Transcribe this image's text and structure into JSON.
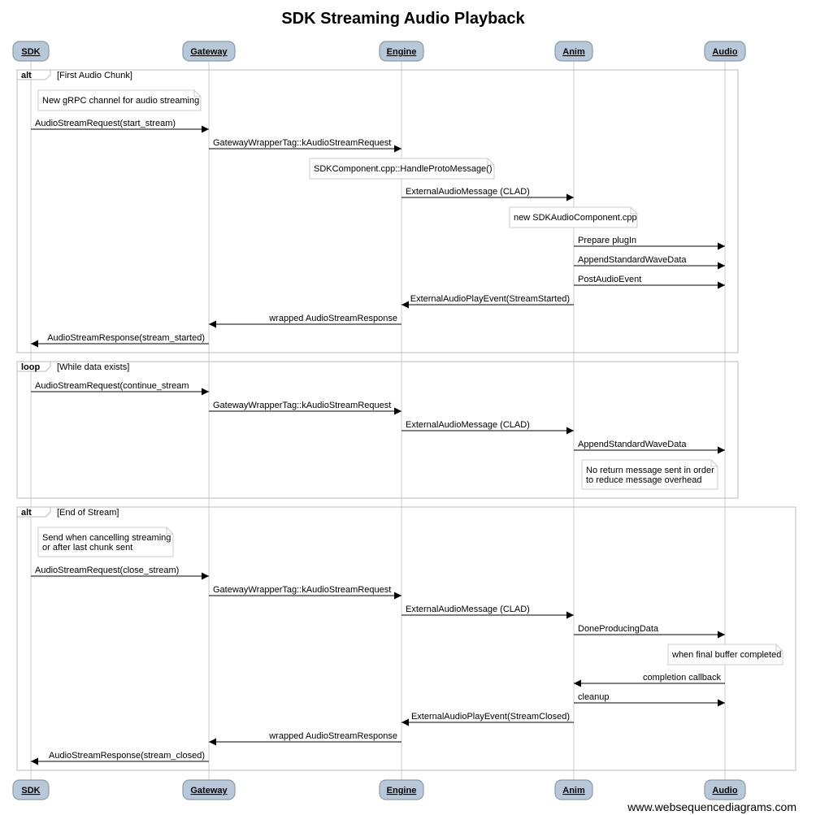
{
  "title": "SDK Streaming Audio Playback",
  "actors": [
    {
      "id": "sdk",
      "label": "SDK"
    },
    {
      "id": "gateway",
      "label": "Gateway"
    },
    {
      "id": "engine",
      "label": "Engine"
    },
    {
      "id": "anim",
      "label": "Anim"
    },
    {
      "id": "audio",
      "label": "Audio"
    }
  ],
  "frames": [
    {
      "keyword": "alt",
      "condition": "[First Audio Chunk]"
    },
    {
      "keyword": "loop",
      "condition": "[While data exists]"
    },
    {
      "keyword": "alt",
      "condition": "[End of Stream]"
    }
  ],
  "items": [
    {
      "kind": "note",
      "lines": [
        "New gRPC channel for audio streaming"
      ]
    },
    {
      "kind": "msg",
      "from": "sdk",
      "to": "gateway",
      "label": "AudioStreamRequest(start_stream)"
    },
    {
      "kind": "msg",
      "from": "gateway",
      "to": "engine",
      "label": "GatewayWrapperTag::kAudioStreamRequest"
    },
    {
      "kind": "note",
      "lines": [
        "SDKComponent.cpp::HandleProtoMessage()"
      ]
    },
    {
      "kind": "msg",
      "from": "engine",
      "to": "anim",
      "label": "ExternalAudioMessage (CLAD)"
    },
    {
      "kind": "note",
      "lines": [
        "new SDKAudioComponent.cpp"
      ]
    },
    {
      "kind": "msg",
      "from": "anim",
      "to": "audio",
      "label": "Prepare plugIn"
    },
    {
      "kind": "msg",
      "from": "anim",
      "to": "audio",
      "label": "AppendStandardWaveData"
    },
    {
      "kind": "msg",
      "from": "anim",
      "to": "audio",
      "label": "PostAudioEvent"
    },
    {
      "kind": "msg",
      "from": "anim",
      "to": "engine",
      "label": "ExternalAudioPlayEvent(StreamStarted)"
    },
    {
      "kind": "msg",
      "from": "engine",
      "to": "gateway",
      "label": "wrapped AudioStreamResponse"
    },
    {
      "kind": "msg",
      "from": "gateway",
      "to": "sdk",
      "label": "AudioStreamResponse(stream_started)"
    },
    {
      "kind": "msg",
      "from": "sdk",
      "to": "gateway",
      "label": "AudioStreamRequest(continue_stream"
    },
    {
      "kind": "msg",
      "from": "gateway",
      "to": "engine",
      "label": "GatewayWrapperTag::kAudioStreamRequest"
    },
    {
      "kind": "msg",
      "from": "engine",
      "to": "anim",
      "label": "ExternalAudioMessage (CLAD)"
    },
    {
      "kind": "msg",
      "from": "anim",
      "to": "audio",
      "label": "AppendStandardWaveData"
    },
    {
      "kind": "note",
      "lines": [
        "No return message sent in order",
        "to reduce message overhead"
      ]
    },
    {
      "kind": "note",
      "lines": [
        "Send when cancelling streaming",
        "or after last chunk sent"
      ]
    },
    {
      "kind": "msg",
      "from": "sdk",
      "to": "gateway",
      "label": "AudioStreamRequest(close_stream)"
    },
    {
      "kind": "msg",
      "from": "gateway",
      "to": "engine",
      "label": "GatewayWrapperTag::kAudioStreamRequest"
    },
    {
      "kind": "msg",
      "from": "engine",
      "to": "anim",
      "label": "ExternalAudioMessage (CLAD)"
    },
    {
      "kind": "msg",
      "from": "anim",
      "to": "audio",
      "label": "DoneProducingData"
    },
    {
      "kind": "note",
      "lines": [
        "when final buffer completed"
      ]
    },
    {
      "kind": "msg",
      "from": "audio",
      "to": "anim",
      "label": "completion callback"
    },
    {
      "kind": "msg",
      "from": "anim",
      "to": "audio",
      "label": "cleanup"
    },
    {
      "kind": "msg",
      "from": "anim",
      "to": "engine",
      "label": "ExternalAudioPlayEvent(StreamClosed)"
    },
    {
      "kind": "msg",
      "from": "engine",
      "to": "gateway",
      "label": "wrapped AudioStreamResponse"
    },
    {
      "kind": "msg",
      "from": "gateway",
      "to": "sdk",
      "label": "AudioStreamResponse(stream_closed)"
    }
  ],
  "credit": "www.websequencediagrams.com",
  "colors": {
    "actor_fill": "#b8c8d8",
    "actor_stroke": "#8a9aaa",
    "lifeline": "#cccccc",
    "frame": "#bbbbbb",
    "note_border": "#cccccc"
  }
}
